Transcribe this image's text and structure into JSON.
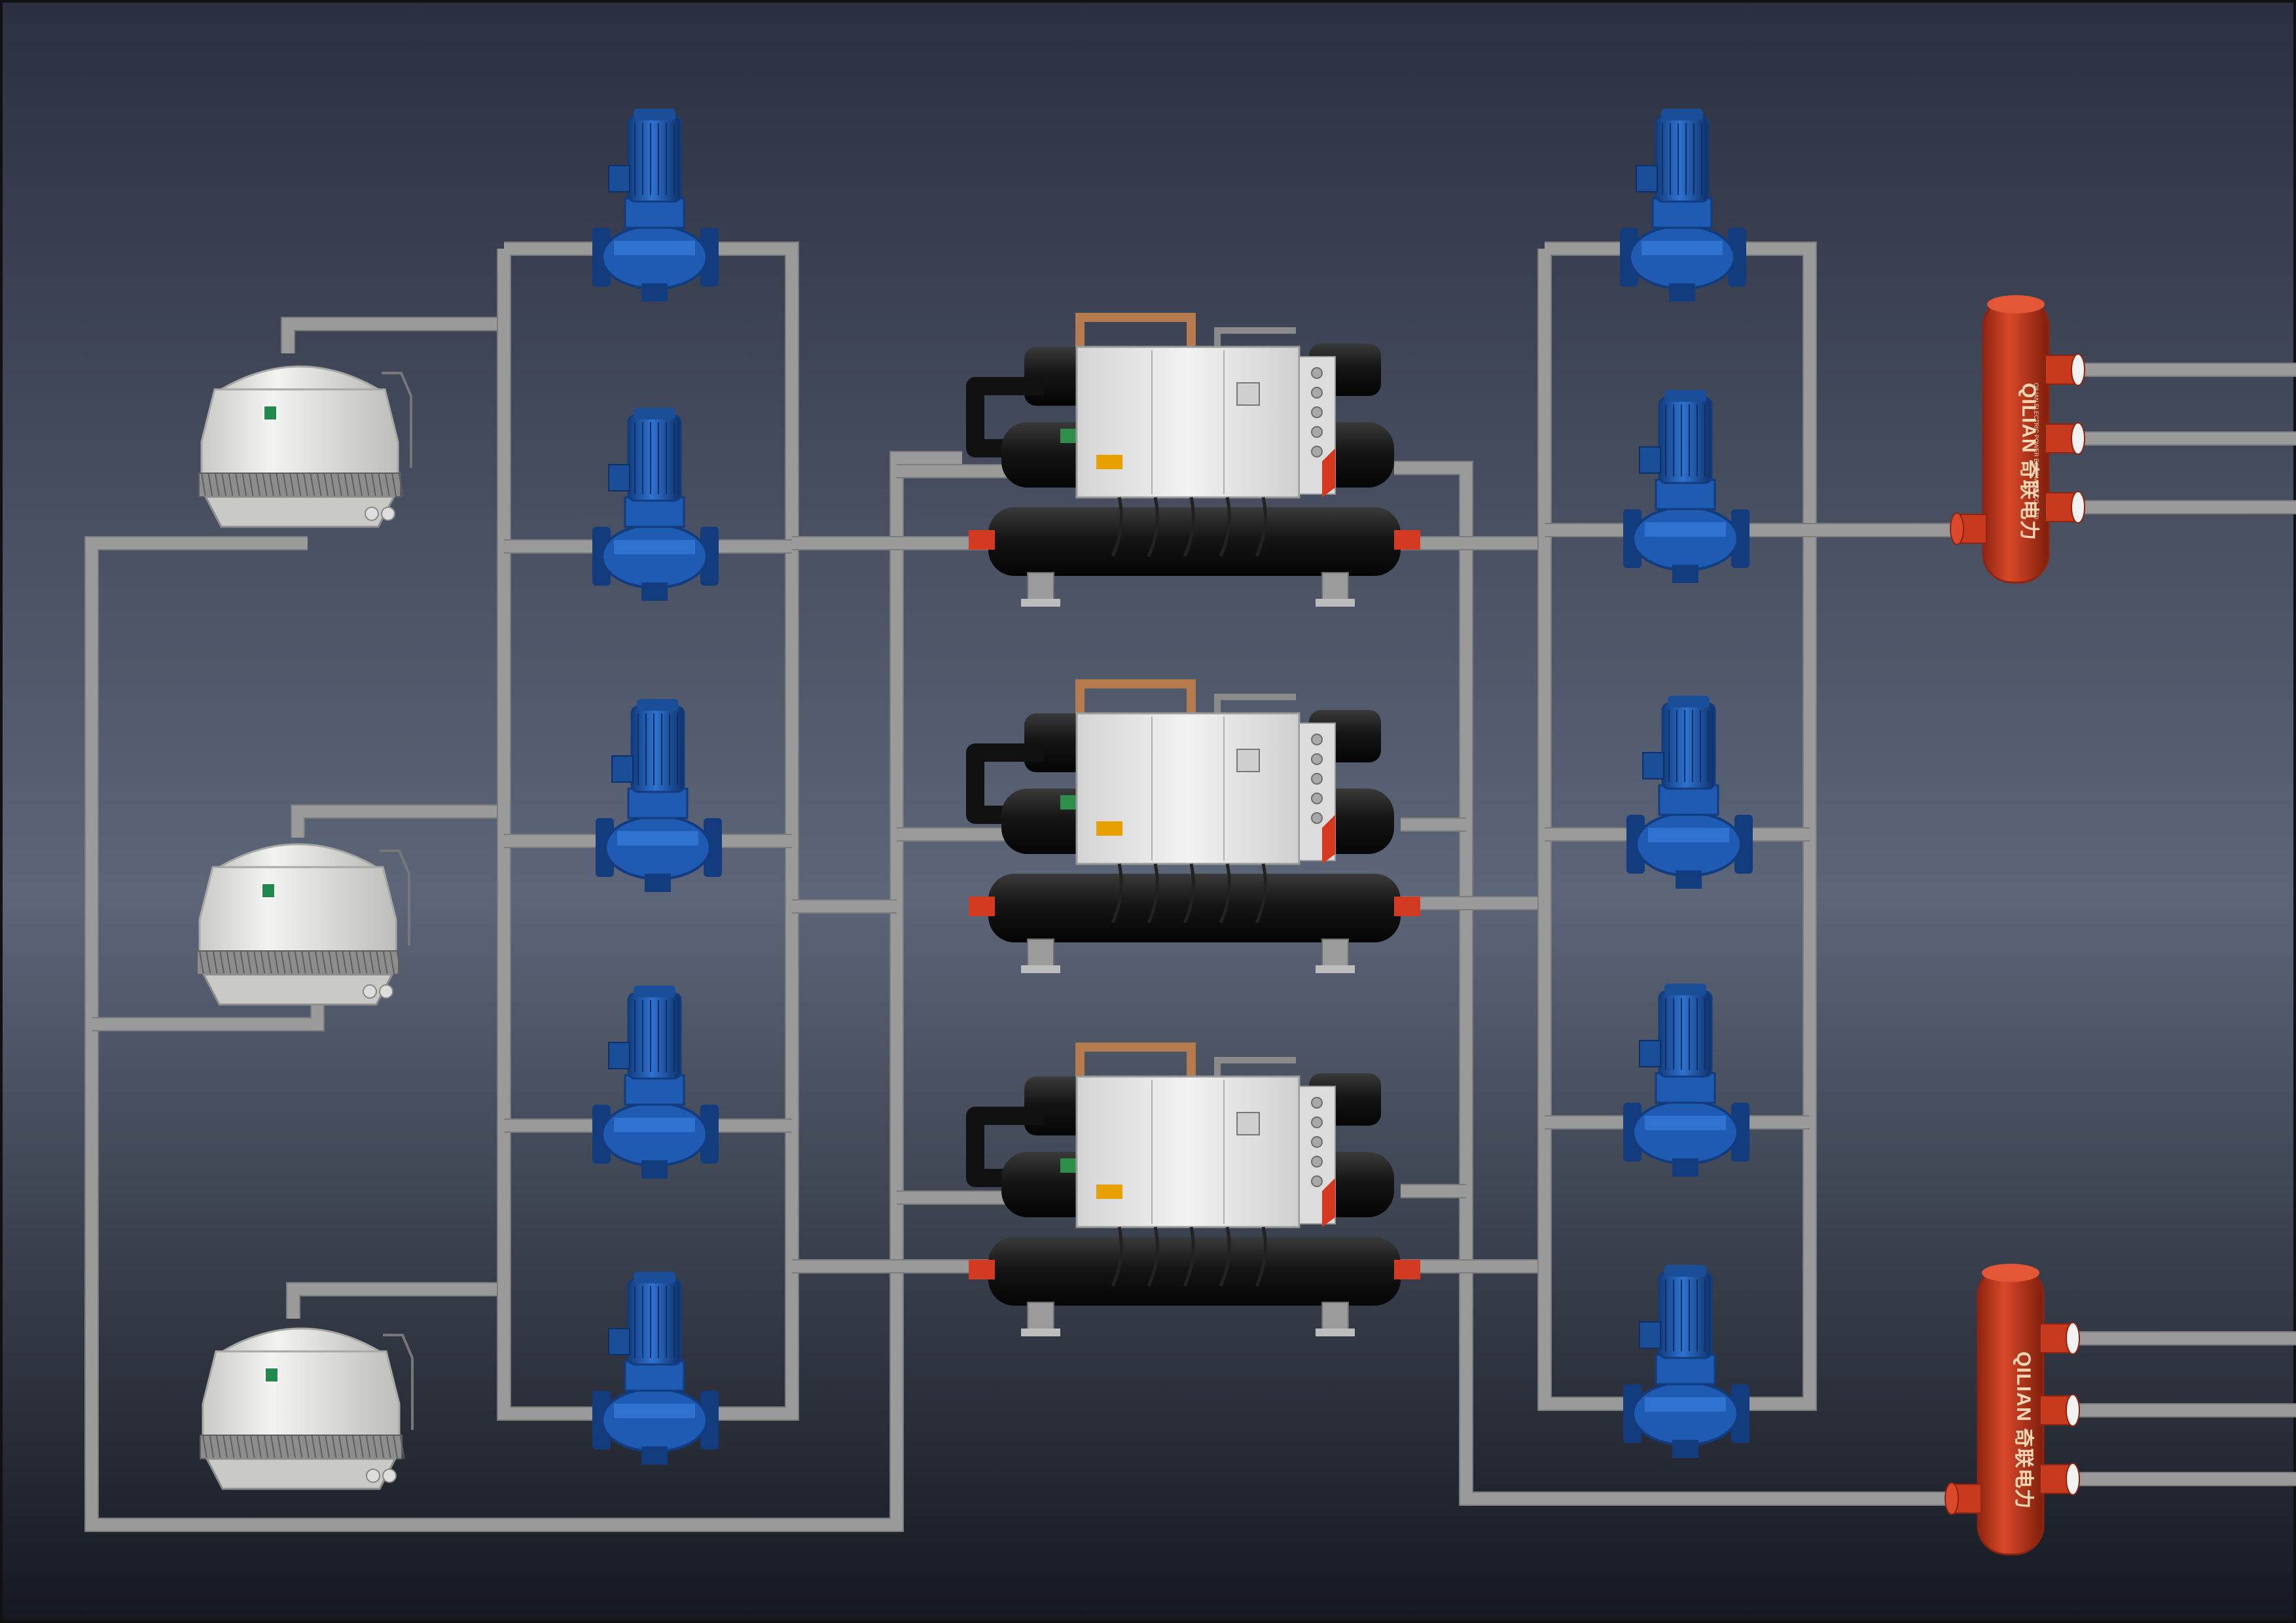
{
  "background": {
    "top_color": "#2b3040",
    "mid_color": "#5c6678",
    "bottom_color": "#151820"
  },
  "colors": {
    "pipe": "#9a9a9a",
    "pipe_edge": "#7c7c7c",
    "pump_blue": "#1f5bb3",
    "pump_blue_dark": "#123c7e",
    "header_red": "#c83a1e",
    "header_red_dark": "#8f2410",
    "tower_body": "#e8e8e6",
    "chiller_panel": "#e9e9e9",
    "chiller_black": "#1c1c1c"
  },
  "equipment": {
    "cooling_towers": [
      {
        "name": "cooling-tower-1"
      },
      {
        "name": "cooling-tower-2"
      },
      {
        "name": "cooling-tower-3"
      }
    ],
    "cooling_water_pumps": [
      {
        "name": "cooling-water-pump-1"
      },
      {
        "name": "cooling-water-pump-2"
      },
      {
        "name": "cooling-water-pump-3"
      },
      {
        "name": "cooling-water-pump-4"
      },
      {
        "name": "cooling-water-pump-5"
      }
    ],
    "chillers": [
      {
        "name": "screw-chiller-1"
      },
      {
        "name": "screw-chiller-2"
      },
      {
        "name": "screw-chiller-3"
      }
    ],
    "chilled_water_pumps": [
      {
        "name": "chilled-water-pump-1"
      },
      {
        "name": "chilled-water-pump-2"
      },
      {
        "name": "chilled-water-pump-3"
      },
      {
        "name": "chilled-water-pump-4"
      },
      {
        "name": "chilled-water-pump-5"
      }
    ],
    "headers": [
      {
        "name": "supply-header",
        "brand": "QILIAN",
        "brand_cn": "奇联电力",
        "subtitle_small": "QILIAN ELECTRIC POWER EQUIPMENT CO., LTD."
      },
      {
        "name": "return-header",
        "brand": "QILIAN",
        "brand_cn": "奇联电力",
        "subtitle_small": ""
      }
    ]
  }
}
